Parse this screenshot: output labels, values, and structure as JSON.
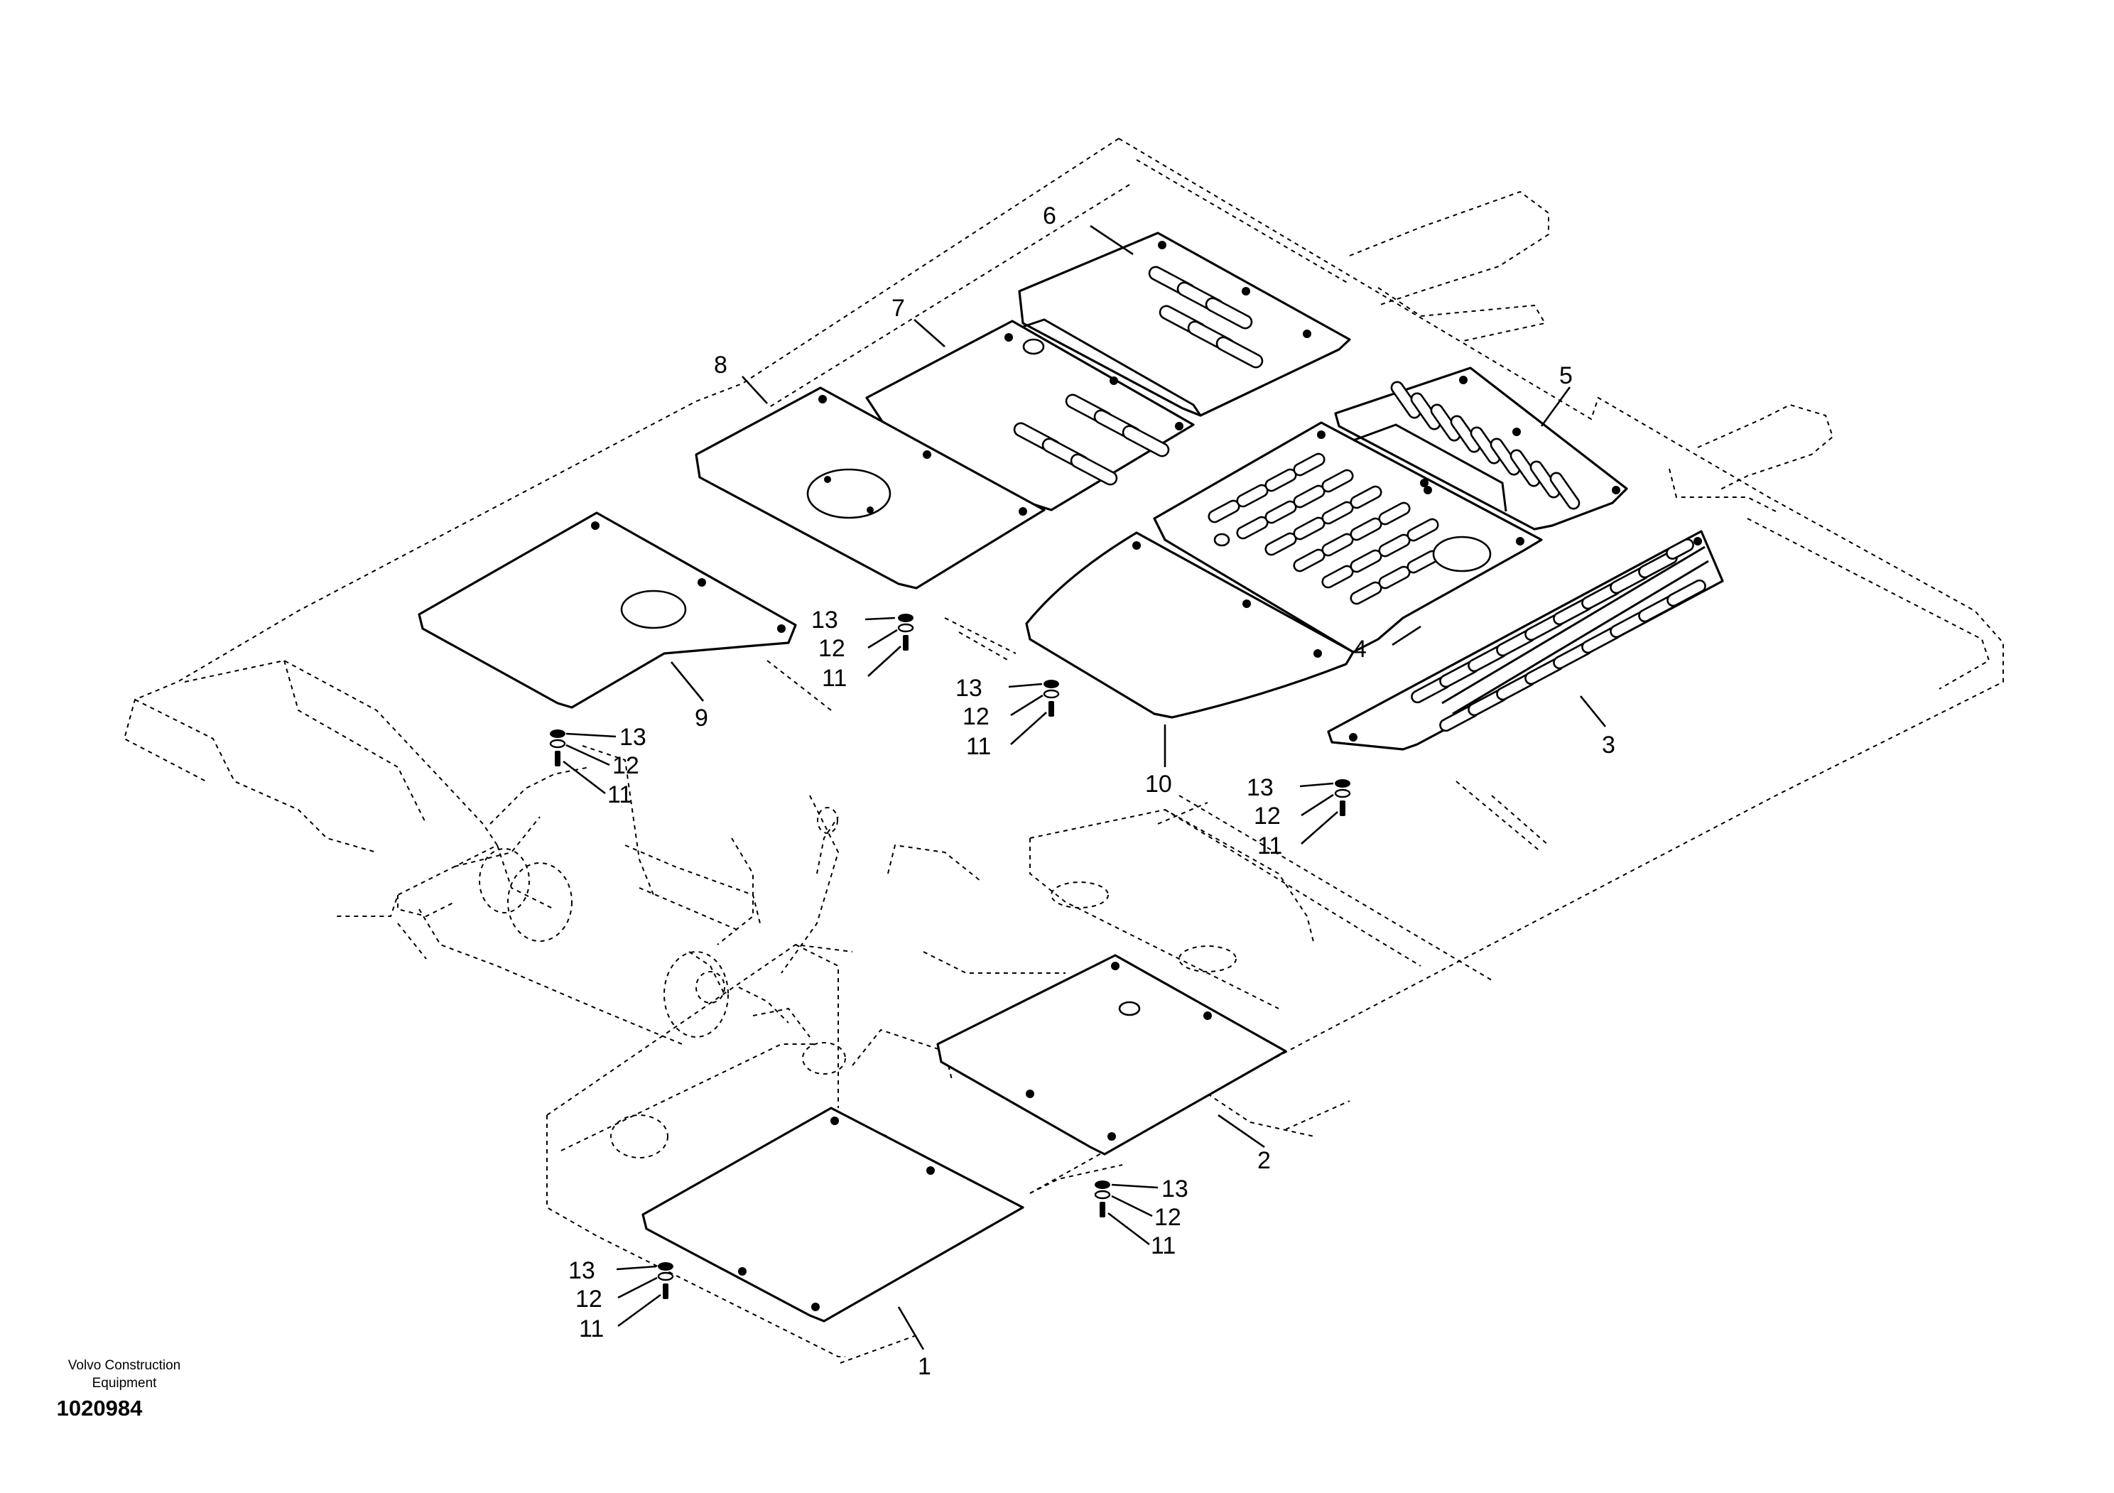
{
  "diagram": {
    "callouts": {
      "c1": "1",
      "c2": "2",
      "c3": "3",
      "c4": "4",
      "c5": "5",
      "c6": "6",
      "c7": "7",
      "c8": "8",
      "c9": "9",
      "c10": "10",
      "c11": "11",
      "c12": "12",
      "c13": "13"
    }
  },
  "footer": {
    "brand_name": "Volvo Construction Equipment",
    "drawing_number": "1020984"
  }
}
